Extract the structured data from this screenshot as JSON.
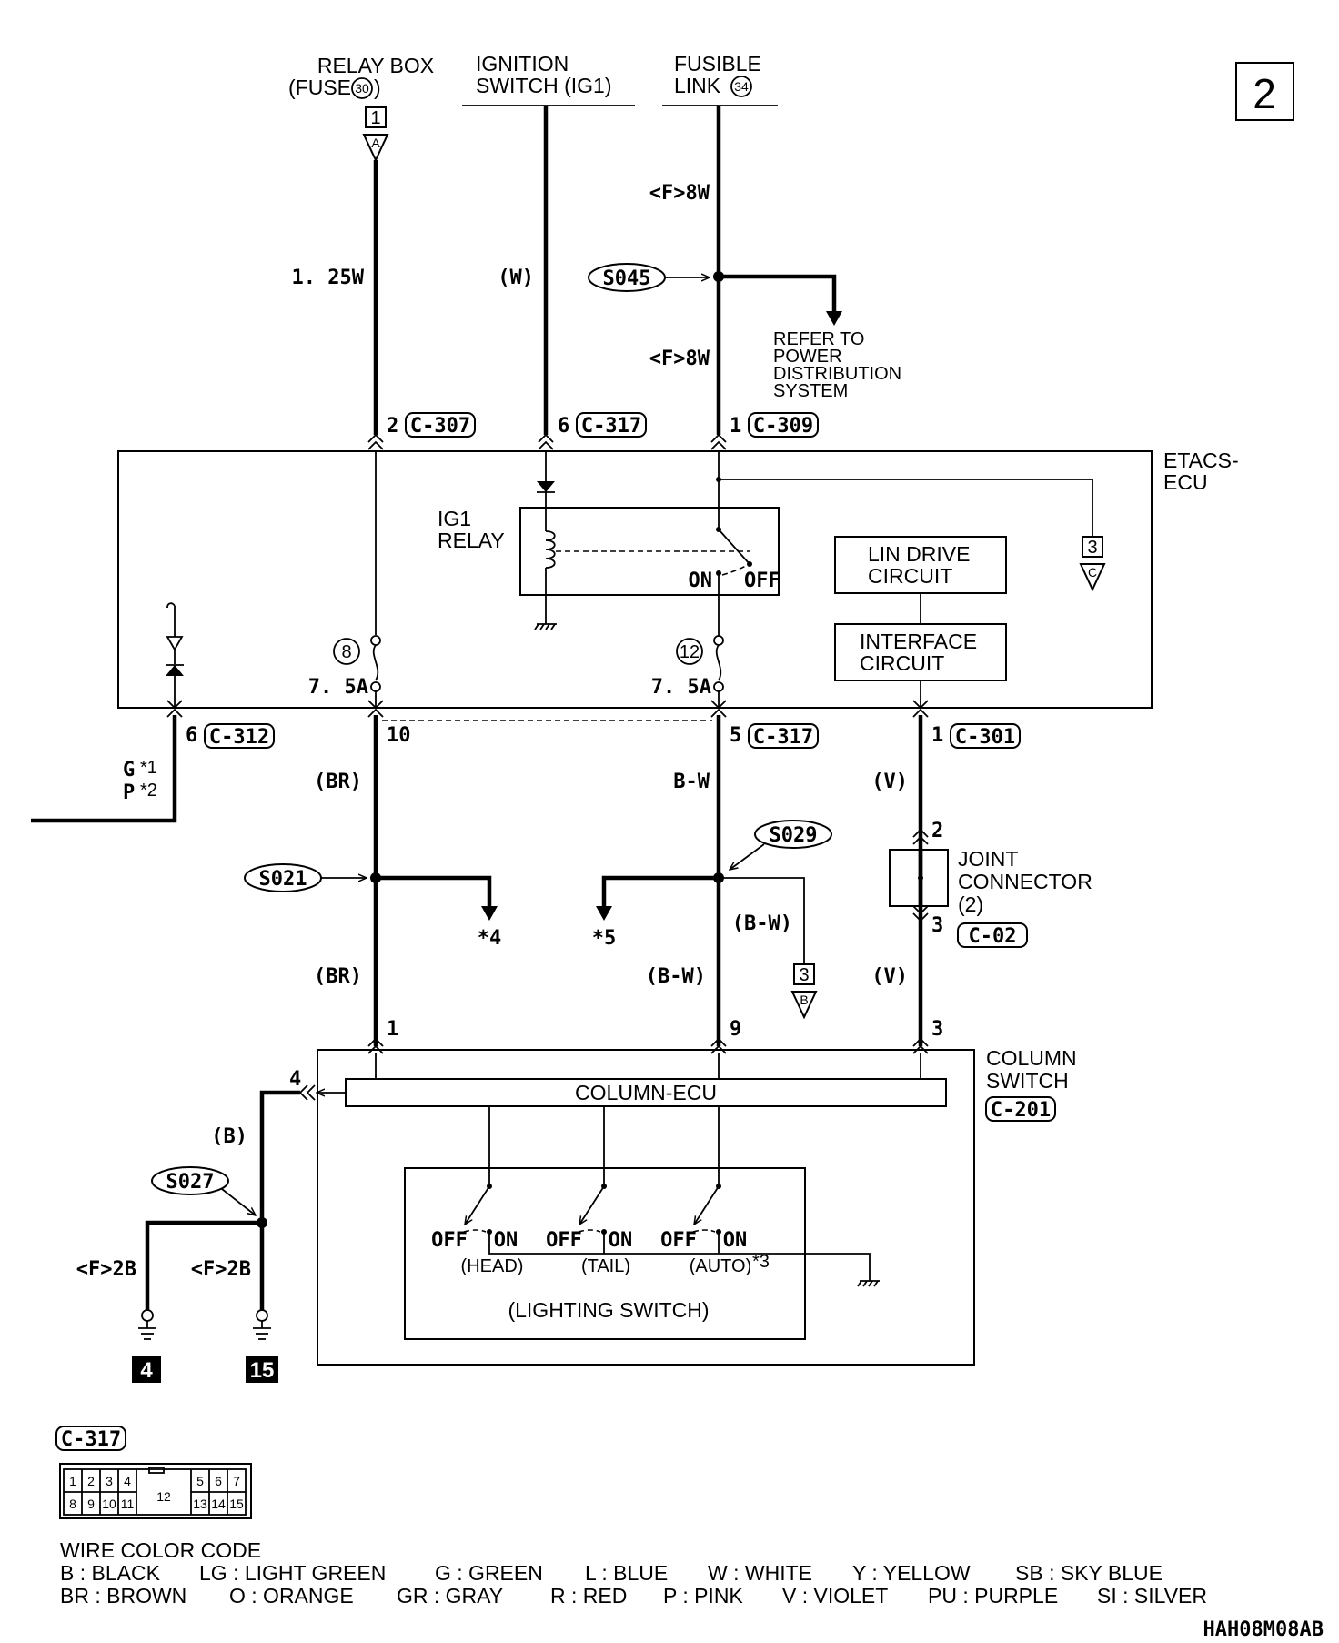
{
  "page_number": "2",
  "sources": {
    "relay_box": [
      "RELAY BOX",
      "(FUSE",
      "30",
      ")"
    ],
    "ignition_switch": [
      "IGNITION",
      "SWITCH (IG1)"
    ],
    "fusible_link": [
      "FUSIBLE",
      "LINK",
      "34"
    ]
  },
  "refs": {
    "r1": "1",
    "r1_letter": "A",
    "r3c": "3",
    "r3c_letter": "C",
    "r3b": "3",
    "r3b_letter": "B"
  },
  "wires": {
    "w125": "1. 25W",
    "w_w": "(W)",
    "f8w_top": "<F>8W",
    "f8w_mid": "<F>8W",
    "br1": "(BR)",
    "br2": "(BR)",
    "bw1": "B-W",
    "bw2": "(B-W)",
    "bw3": "(B-W)",
    "v1": "(V)",
    "v2": "(V)",
    "b": "(B)",
    "f2b_left": "<F>2B",
    "f2b_right": "<F>2B",
    "g1": "G",
    "g1_star": "*1",
    "p2": "P",
    "p2_star": "*2"
  },
  "splices": {
    "s045": "S045",
    "s029": "S029",
    "s021": "S021",
    "s027": "S027"
  },
  "refer_to": [
    "REFER TO",
    "POWER",
    "DISTRIBUTION",
    "SYSTEM"
  ],
  "connectors": {
    "c307": {
      "pin": "2",
      "name": "C-307"
    },
    "c317a": {
      "pin": "6",
      "name": "C-317"
    },
    "c309": {
      "pin": "1",
      "name": "C-309"
    },
    "c312": {
      "pin": "6",
      "name": "C-312"
    },
    "pin10": "10",
    "c317b": {
      "pin": "5",
      "name": "C-317"
    },
    "c301": {
      "pin": "1",
      "name": "C-301"
    },
    "c02": "C-02",
    "c201": "C-201"
  },
  "etacs": {
    "label": [
      "ETACS-",
      "ECU"
    ],
    "ig1_relay": [
      "IG1",
      "RELAY"
    ],
    "relay_on": "ON",
    "relay_off": "OFF",
    "lin_drive": [
      "LIN DRIVE",
      "CIRCUIT"
    ],
    "interface": [
      "INTERFACE",
      "CIRCUIT"
    ],
    "fuse8": "8",
    "fuse12": "12",
    "fuse8_rating": "7. 5A",
    "fuse12_rating": "7. 5A"
  },
  "joint": {
    "label": [
      "JOINT",
      "CONNECTOR",
      "(2)"
    ],
    "pin_top": "2",
    "pin_bottom": "3"
  },
  "column": {
    "label": [
      "COLUMN",
      "SWITCH"
    ],
    "ecu": "COLUMN-ECU",
    "pins": {
      "p1": "1",
      "p9": "9",
      "p3": "3",
      "p4": "4"
    },
    "switches": [
      {
        "off": "OFF",
        "on": "ON",
        "name": "(HEAD)"
      },
      {
        "off": "OFF",
        "on": "ON",
        "name": "(TAIL)"
      },
      {
        "off": "OFF",
        "on": "ON",
        "name": "(AUTO)"
      }
    ],
    "auto_note": "*3",
    "lighting": "(LIGHTING SWITCH)"
  },
  "notes": {
    "n4": "*4",
    "n5": "*5"
  },
  "grounds": {
    "g4": "4",
    "g15": "15"
  },
  "connector_face": {
    "name": "C-317",
    "row1a": [
      "1",
      "2",
      "3",
      "4"
    ],
    "center": "12",
    "row1b": [
      "5",
      "6",
      "7"
    ],
    "row2a": [
      "8",
      "9",
      "10",
      "11"
    ],
    "row2b": [
      "13",
      "14",
      "15"
    ]
  },
  "legend": {
    "title": "WIRE COLOR CODE",
    "row1": [
      "B : BLACK",
      "LG : LIGHT GREEN",
      "G : GREEN",
      "L : BLUE",
      "W : WHITE",
      "Y : YELLOW",
      "SB : SKY BLUE"
    ],
    "row2": [
      "BR : BROWN",
      "O : ORANGE",
      "GR : GRAY",
      "R : RED",
      "P : PINK",
      "V : VIOLET",
      "PU : PURPLE",
      "SI : SILVER"
    ]
  },
  "drawing_code": "HAH08M08AB"
}
